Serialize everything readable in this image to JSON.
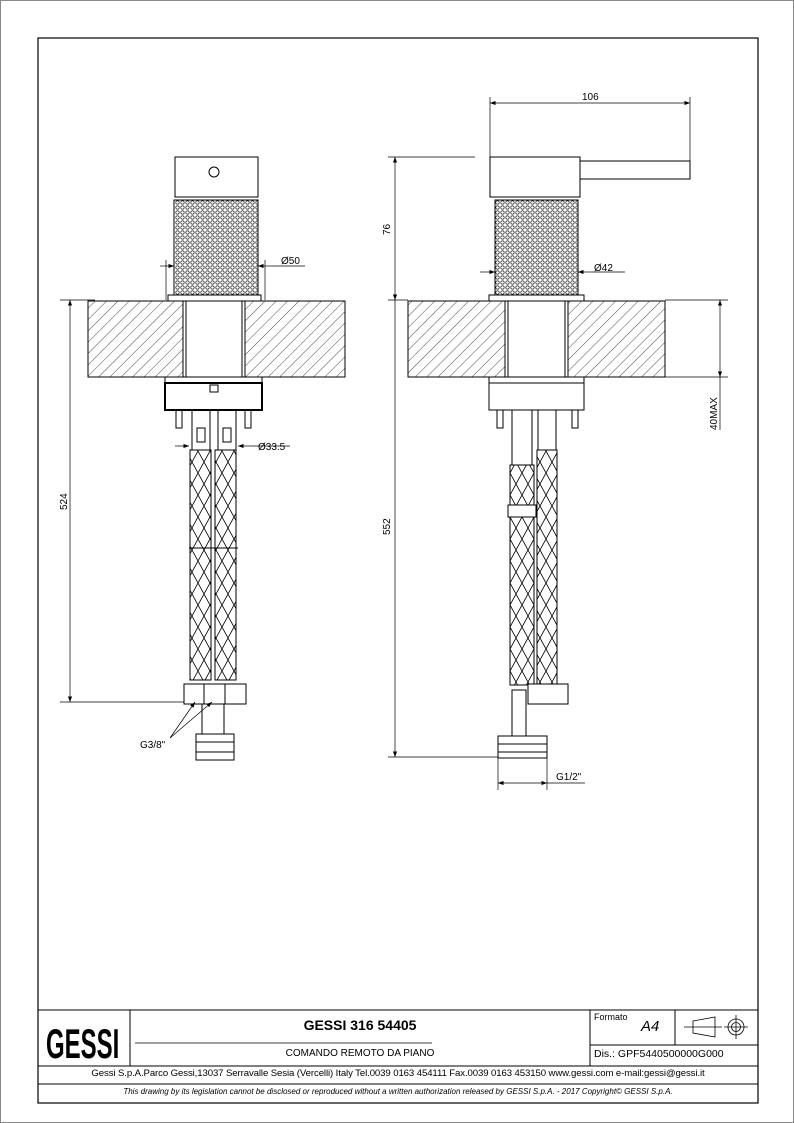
{
  "drawing": {
    "dimensions": {
      "left_diameter_top": "Ø50",
      "left_diameter_bottom": "Ø33.5",
      "left_height": "524",
      "left_thread": "G3/8\"",
      "right_width": "106",
      "right_handle_height": "76",
      "right_diameter": "Ø42",
      "right_height": "552",
      "right_max_thickness": "40MAX",
      "right_thread": "G1/2\""
    }
  },
  "title_block": {
    "logo": "GESSI",
    "product_code": "GESSI 316 54405",
    "description": "COMANDO REMOTO DA PIANO",
    "format_label": "Formato",
    "format_value": "A4",
    "drawing_number": "Dis.: GPF5440500000G000",
    "address": "Gessi S.p.A.Parco Gessi,13037 Serravalle Sesia (Vercelli) Italy Tel.0039 0163 454111 Fax.0039 0163 453150 www.gessi.com e-mail:gessi@gessi.it",
    "disclaimer": "This drawing by its legislation cannot be disclosed or reproduced without a written authorization released by GESSI S.p.A. - 2017 Copyright© GESSI S.p.A."
  }
}
